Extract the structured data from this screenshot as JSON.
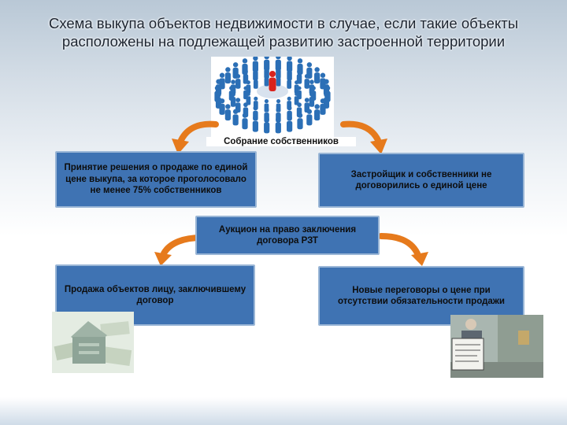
{
  "title": {
    "line1": "Схема выкупа объектов недвижимости в случае, если такие объекты",
    "line2": "расположены на подлежащей развитию застроенной территории"
  },
  "caption": "Собрание собственников",
  "boxes": {
    "decision": "Принятие решения о продаже по единой цене выкупа, за которое проголосовало не менее 75% собственников",
    "no_agreement": "Застройщик и собственники не договорились о единой цене",
    "auction": "Аукцион на право заключения договора РЗТ",
    "sale": "Продажа объектов лицу, заключившему договор",
    "new_negotiations": "Новые переговоры о цене при отсутствии обязательности продажи"
  },
  "colors": {
    "box_fill": "#3f73b3",
    "arrow_orange": "#e67a1c",
    "figure_blue": "#2b6fb6",
    "figure_red": "#d9231d"
  }
}
